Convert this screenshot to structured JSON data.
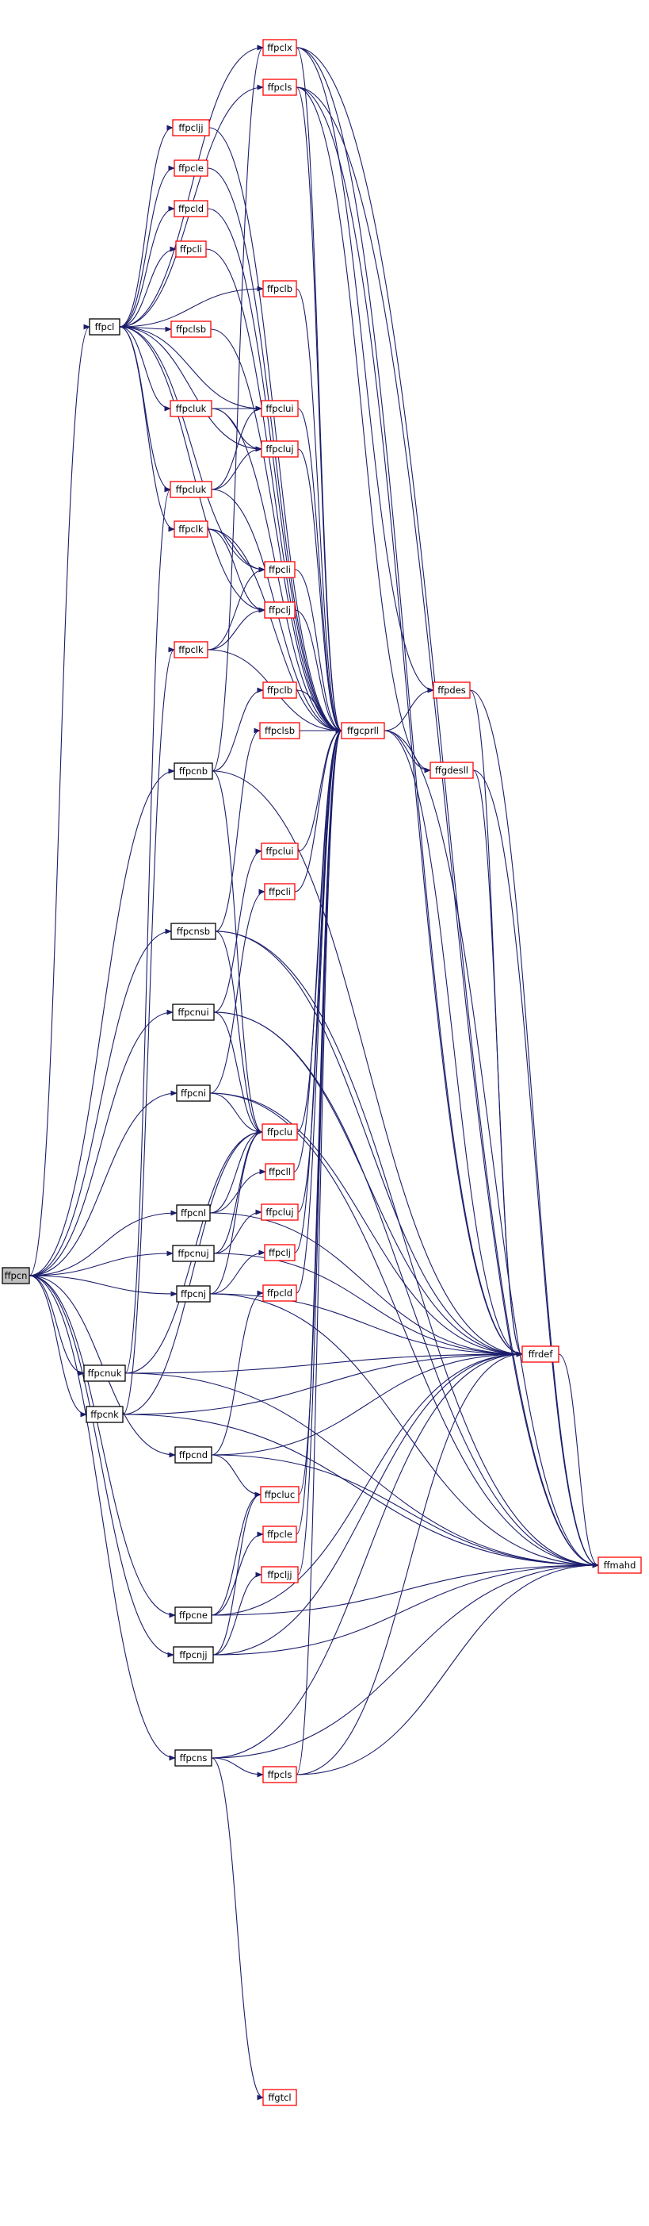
{
  "diagram": {
    "colors": {
      "edge": "#1b1d6b",
      "link_node_border": "#ff0000",
      "plain_node_border": "#000000",
      "root_fill": "#bfbfbf"
    },
    "nodes": [
      {
        "id": "ffpcn",
        "label": "ffpcn",
        "kind": "root"
      },
      {
        "id": "ffpcl",
        "label": "ffpcl",
        "kind": "plain"
      },
      {
        "id": "ffpcnb",
        "label": "ffpcnb",
        "kind": "plain"
      },
      {
        "id": "ffpcnsb",
        "label": "ffpcnsb",
        "kind": "plain"
      },
      {
        "id": "ffpcnui",
        "label": "ffpcnui",
        "kind": "plain"
      },
      {
        "id": "ffpcni",
        "label": "ffpcni",
        "kind": "plain"
      },
      {
        "id": "ffpcnl",
        "label": "ffpcnl",
        "kind": "plain"
      },
      {
        "id": "ffpcnuj",
        "label": "ffpcnuj",
        "kind": "plain"
      },
      {
        "id": "ffpcnj",
        "label": "ffpcnj",
        "kind": "plain"
      },
      {
        "id": "ffpcnuk",
        "label": "ffpcnuk",
        "kind": "plain"
      },
      {
        "id": "ffpcnk",
        "label": "ffpcnk",
        "kind": "plain"
      },
      {
        "id": "ffpcnd",
        "label": "ffpcnd",
        "kind": "plain"
      },
      {
        "id": "ffpcne",
        "label": "ffpcne",
        "kind": "plain"
      },
      {
        "id": "ffpcnjj",
        "label": "ffpcnjj",
        "kind": "plain"
      },
      {
        "id": "ffpcns",
        "label": "ffpcns",
        "kind": "plain"
      },
      {
        "id": "ffpclx",
        "label": "ffpclx",
        "kind": "link"
      },
      {
        "id": "ffpcls_a",
        "label": "ffpcls",
        "kind": "link"
      },
      {
        "id": "ffpcljj_a",
        "label": "ffpcljj",
        "kind": "link"
      },
      {
        "id": "ffpcle_a",
        "label": "ffpcle",
        "kind": "link"
      },
      {
        "id": "ffpcld_a",
        "label": "ffpcld",
        "kind": "link"
      },
      {
        "id": "ffpcli_a",
        "label": "ffpcli",
        "kind": "link"
      },
      {
        "id": "ffpclb_a",
        "label": "ffpclb",
        "kind": "link"
      },
      {
        "id": "ffpclsb_a",
        "label": "ffpclsb",
        "kind": "link"
      },
      {
        "id": "ffpcluk_a",
        "label": "ffpcluk",
        "kind": "link"
      },
      {
        "id": "ffpclui_a",
        "label": "ffpclui",
        "kind": "link"
      },
      {
        "id": "ffpcluj_a",
        "label": "ffpcluj",
        "kind": "link"
      },
      {
        "id": "ffpcluk_b",
        "label": "ffpcluk",
        "kind": "link"
      },
      {
        "id": "ffpclk_a",
        "label": "ffpclk",
        "kind": "link"
      },
      {
        "id": "ffpcli_b",
        "label": "ffpcli",
        "kind": "link"
      },
      {
        "id": "ffpclj_a",
        "label": "ffpclj",
        "kind": "link"
      },
      {
        "id": "ffpclk_b",
        "label": "ffpclk",
        "kind": "link"
      },
      {
        "id": "ffpclb_b",
        "label": "ffpclb",
        "kind": "link"
      },
      {
        "id": "ffpclsb_b",
        "label": "ffpclsb",
        "kind": "link"
      },
      {
        "id": "ffgcprll",
        "label": "ffgcprll",
        "kind": "link"
      },
      {
        "id": "ffpdes",
        "label": "ffpdes",
        "kind": "link"
      },
      {
        "id": "ffgdesll",
        "label": "ffgdesll",
        "kind": "link"
      },
      {
        "id": "ffpclui_b",
        "label": "ffpclui",
        "kind": "link"
      },
      {
        "id": "ffpcli_c",
        "label": "ffpcli",
        "kind": "link"
      },
      {
        "id": "ffpclu",
        "label": "ffpclu",
        "kind": "link"
      },
      {
        "id": "ffpcll",
        "label": "ffpcll",
        "kind": "link"
      },
      {
        "id": "ffpcluj_b",
        "label": "ffpcluj",
        "kind": "link"
      },
      {
        "id": "ffpclj_b",
        "label": "ffpclj",
        "kind": "link"
      },
      {
        "id": "ffpcld_b",
        "label": "ffpcld",
        "kind": "link"
      },
      {
        "id": "ffrdef",
        "label": "ffrdef",
        "kind": "link"
      },
      {
        "id": "ffpcluc",
        "label": "ffpcluc",
        "kind": "link"
      },
      {
        "id": "ffpcle_b",
        "label": "ffpcle",
        "kind": "link"
      },
      {
        "id": "ffpcljj_b",
        "label": "ffpcljj",
        "kind": "link"
      },
      {
        "id": "ffmahd",
        "label": "ffmahd",
        "kind": "link"
      },
      {
        "id": "ffpcls_b",
        "label": "ffpcls",
        "kind": "link"
      },
      {
        "id": "ffgtcl",
        "label": "ffgtcl",
        "kind": "link"
      }
    ],
    "edges": [
      [
        "ffpcn",
        "ffpcl"
      ],
      [
        "ffpcn",
        "ffpcnb"
      ],
      [
        "ffpcn",
        "ffpcnsb"
      ],
      [
        "ffpcn",
        "ffpcnui"
      ],
      [
        "ffpcn",
        "ffpcni"
      ],
      [
        "ffpcn",
        "ffpcnl"
      ],
      [
        "ffpcn",
        "ffpcnuj"
      ],
      [
        "ffpcn",
        "ffpcnj"
      ],
      [
        "ffpcn",
        "ffpcnuk"
      ],
      [
        "ffpcn",
        "ffpcnk"
      ],
      [
        "ffpcn",
        "ffpcnd"
      ],
      [
        "ffpcn",
        "ffpcne"
      ],
      [
        "ffpcn",
        "ffpcnjj"
      ],
      [
        "ffpcn",
        "ffpcns"
      ],
      [
        "ffpcl",
        "ffpclx"
      ],
      [
        "ffpcl",
        "ffpcls_a"
      ],
      [
        "ffpcl",
        "ffpcljj_a"
      ],
      [
        "ffpcl",
        "ffpcle_a"
      ],
      [
        "ffpcl",
        "ffpcld_a"
      ],
      [
        "ffpcl",
        "ffpcli_a"
      ],
      [
        "ffpcl",
        "ffpclb_a"
      ],
      [
        "ffpcl",
        "ffpclsb_a"
      ],
      [
        "ffpcl",
        "ffpcluk_a"
      ],
      [
        "ffpcl",
        "ffpclui_a"
      ],
      [
        "ffpcl",
        "ffpcluj_a"
      ],
      [
        "ffpcl",
        "ffpcluk_b"
      ],
      [
        "ffpcl",
        "ffpclk_a"
      ],
      [
        "ffpcl",
        "ffpcli_b"
      ],
      [
        "ffpcl",
        "ffpclj_a"
      ],
      [
        "ffpclx",
        "ffgcprll"
      ],
      [
        "ffpclx",
        "ffpdes"
      ],
      [
        "ffpclx",
        "ffrdef"
      ],
      [
        "ffpclx",
        "ffmahd"
      ],
      [
        "ffpcls_a",
        "ffgcprll"
      ],
      [
        "ffpcls_a",
        "ffgdesll"
      ],
      [
        "ffpcls_a",
        "ffrdef"
      ],
      [
        "ffpcls_a",
        "ffmahd"
      ],
      [
        "ffpcljj_a",
        "ffgcprll"
      ],
      [
        "ffpcle_a",
        "ffgcprll"
      ],
      [
        "ffpcld_a",
        "ffgcprll"
      ],
      [
        "ffpcli_a",
        "ffgcprll"
      ],
      [
        "ffpclb_a",
        "ffgcprll"
      ],
      [
        "ffpclsb_a",
        "ffgcprll"
      ],
      [
        "ffpcluk_a",
        "ffpclui_a"
      ],
      [
        "ffpcluk_a",
        "ffpcluj_a"
      ],
      [
        "ffpcluk_a",
        "ffgcprll"
      ],
      [
        "ffpclui_a",
        "ffgcprll"
      ],
      [
        "ffpcluj_a",
        "ffgcprll"
      ],
      [
        "ffpcluk_b",
        "ffpclui_a"
      ],
      [
        "ffpcluk_b",
        "ffpcluj_a"
      ],
      [
        "ffpcluk_b",
        "ffgcprll"
      ],
      [
        "ffpclk_a",
        "ffpcli_b"
      ],
      [
        "ffpclk_a",
        "ffpclj_a"
      ],
      [
        "ffpclk_a",
        "ffgcprll"
      ],
      [
        "ffpcli_b",
        "ffgcprll"
      ],
      [
        "ffpclj_a",
        "ffgcprll"
      ],
      [
        "ffpclk_b",
        "ffpcli_b"
      ],
      [
        "ffpclk_b",
        "ffpclj_a"
      ],
      [
        "ffpclk_b",
        "ffgcprll"
      ],
      [
        "ffpclb_b",
        "ffgcprll"
      ],
      [
        "ffpclsb_b",
        "ffgcprll"
      ],
      [
        "ffgcprll",
        "ffpdes"
      ],
      [
        "ffgcprll",
        "ffgdesll"
      ],
      [
        "ffgcprll",
        "ffrdef"
      ],
      [
        "ffgcprll",
        "ffmahd"
      ],
      [
        "ffpdes",
        "ffrdef"
      ],
      [
        "ffpdes",
        "ffmahd"
      ],
      [
        "ffgdesll",
        "ffrdef"
      ],
      [
        "ffgdesll",
        "ffmahd"
      ],
      [
        "ffpcnb",
        "ffpclb_b"
      ],
      [
        "ffpcnb",
        "ffpclx"
      ],
      [
        "ffpcnb",
        "ffpclu"
      ],
      [
        "ffpcnb",
        "ffrdef"
      ],
      [
        "ffpcnsb",
        "ffpclsb_b"
      ],
      [
        "ffpcnsb",
        "ffpclu"
      ],
      [
        "ffpcnsb",
        "ffrdef"
      ],
      [
        "ffpcnsb",
        "ffmahd"
      ],
      [
        "ffpcnui",
        "ffpclui_b"
      ],
      [
        "ffpcnui",
        "ffpclu"
      ],
      [
        "ffpcnui",
        "ffrdef"
      ],
      [
        "ffpcnui",
        "ffmahd"
      ],
      [
        "ffpcni",
        "ffpcli_c"
      ],
      [
        "ffpcni",
        "ffpclu"
      ],
      [
        "ffpcni",
        "ffrdef"
      ],
      [
        "ffpcni",
        "ffmahd"
      ],
      [
        "ffpclui_b",
        "ffgcprll"
      ],
      [
        "ffpcli_c",
        "ffgcprll"
      ],
      [
        "ffpclu",
        "ffgcprll"
      ],
      [
        "ffpcnl",
        "ffpcll"
      ],
      [
        "ffpcnl",
        "ffpclu"
      ],
      [
        "ffpcnl",
        "ffrdef"
      ],
      [
        "ffpcnuj",
        "ffpcluj_b"
      ],
      [
        "ffpcnuj",
        "ffpclu"
      ],
      [
        "ffpcnuj",
        "ffrdef"
      ],
      [
        "ffpcnj",
        "ffpclj_b"
      ],
      [
        "ffpcnj",
        "ffpclu"
      ],
      [
        "ffpcnj",
        "ffrdef"
      ],
      [
        "ffpcnj",
        "ffmahd"
      ],
      [
        "ffpcll",
        "ffgcprll"
      ],
      [
        "ffpcluj_b",
        "ffgcprll"
      ],
      [
        "ffpclj_b",
        "ffgcprll"
      ],
      [
        "ffpcld_b",
        "ffgcprll"
      ],
      [
        "ffpcnuk",
        "ffpcluk_b"
      ],
      [
        "ffpcnuk",
        "ffpclu"
      ],
      [
        "ffpcnuk",
        "ffrdef"
      ],
      [
        "ffpcnuk",
        "ffmahd"
      ],
      [
        "ffpcnk",
        "ffpclk_b"
      ],
      [
        "ffpcnk",
        "ffpclu"
      ],
      [
        "ffpcnk",
        "ffrdef"
      ],
      [
        "ffpcnk",
        "ffmahd"
      ],
      [
        "ffpcnd",
        "ffpcld_b"
      ],
      [
        "ffpcnd",
        "ffpcluc"
      ],
      [
        "ffpcnd",
        "ffrdef"
      ],
      [
        "ffpcnd",
        "ffmahd"
      ],
      [
        "ffpcluc",
        "ffgcprll"
      ],
      [
        "ffpcle_b",
        "ffgcprll"
      ],
      [
        "ffpcljj_b",
        "ffgcprll"
      ],
      [
        "ffpcne",
        "ffpcle_b"
      ],
      [
        "ffpcne",
        "ffpcluc"
      ],
      [
        "ffpcne",
        "ffrdef"
      ],
      [
        "ffpcne",
        "ffmahd"
      ],
      [
        "ffpcnjj",
        "ffpcljj_b"
      ],
      [
        "ffpcnjj",
        "ffpcluc"
      ],
      [
        "ffpcnjj",
        "ffrdef"
      ],
      [
        "ffpcnjj",
        "ffmahd"
      ],
      [
        "ffpcns",
        "ffpcls_b"
      ],
      [
        "ffpcns",
        "ffgtcl"
      ],
      [
        "ffpcns",
        "ffrdef"
      ],
      [
        "ffpcns",
        "ffmahd"
      ],
      [
        "ffpcls_b",
        "ffgcprll"
      ],
      [
        "ffpcls_b",
        "ffrdef"
      ],
      [
        "ffpcls_b",
        "ffmahd"
      ],
      [
        "ffrdef",
        "ffmahd"
      ]
    ]
  }
}
